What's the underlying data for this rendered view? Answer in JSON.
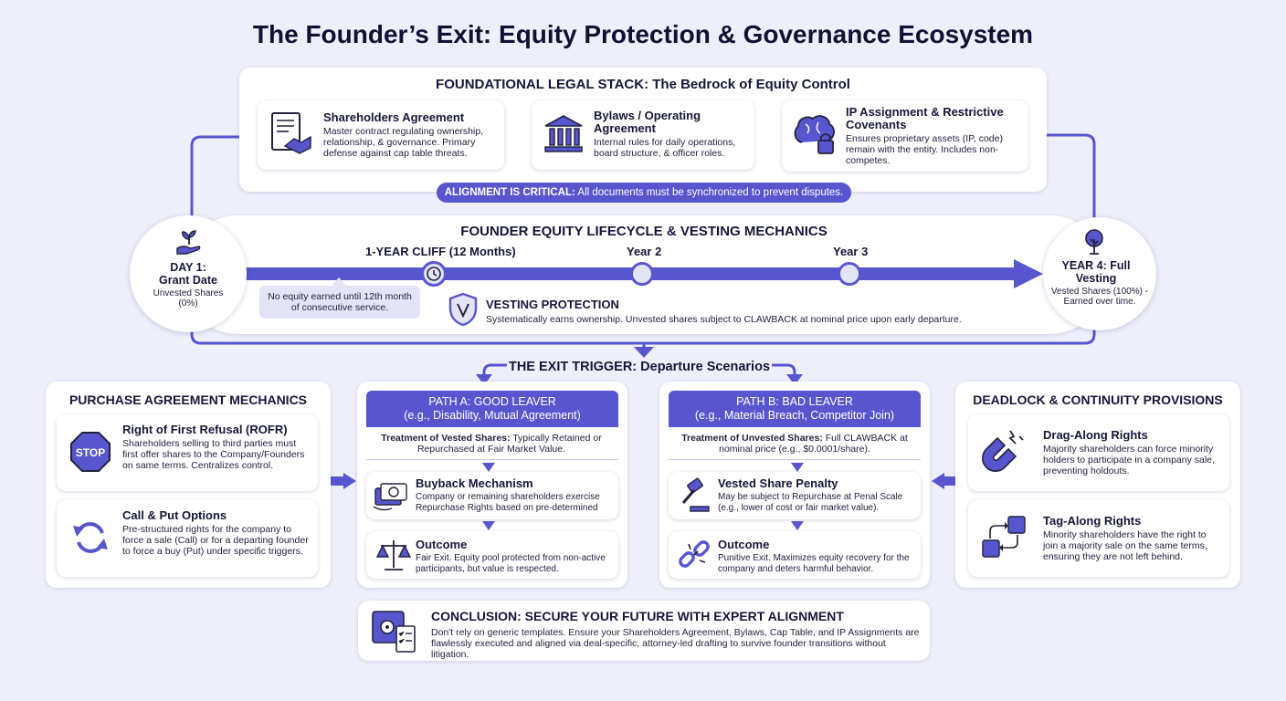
{
  "title": "The Founder’s Exit: Equity Protection & Governance Ecosystem",
  "colors": {
    "accent": "#5856cf",
    "background": "#eeeffb",
    "text": "#16163a",
    "light_accent": "#e3e4f7"
  },
  "legal_stack": {
    "title": "FOUNDATIONAL LEGAL STACK: The Bedrock of Equity Control",
    "items": [
      {
        "icon": "document-handshake-icon",
        "title": "Shareholders Agreement",
        "desc": "Master contract regulating ownership, relationship, & governance. Primary defense against cap table threats."
      },
      {
        "icon": "government-building-icon",
        "title": "Bylaws / Operating Agreement",
        "desc": "Internal rules for daily operations, board structure, & officer roles."
      },
      {
        "icon": "brain-lock-icon",
        "title": "IP Assignment & Restrictive Covenants",
        "desc": "Ensures proprietary assets (IP, code) remain with the entity. Includes non-competes."
      }
    ],
    "alignment_bold": "ALIGNMENT IS CRITICAL:",
    "alignment_text": " All documents must be synchronized to prevent disputes."
  },
  "lifecycle": {
    "title": "FOUNDER EQUITY LIFECYCLE & VESTING MECHANICS",
    "day1": {
      "icon": "seedling-hand-icon",
      "title": "DAY 1: Grant Date",
      "sub": "Unvested Shares (0%)"
    },
    "year4": {
      "icon": "tree-icon",
      "title": "YEAR 4: Full Vesting",
      "sub": "Vested Shares (100%) - Earned over time."
    },
    "milestones": [
      "1-YEAR CLIFF (12 Months)",
      "Year 2",
      "Year 3"
    ],
    "cliff_note": "No equity earned until 12th month of consecutive service.",
    "protection": {
      "icon": "shield-icon",
      "title": "VESTING PROTECTION",
      "desc": "Systematically earns ownership. Unvested shares subject to CLAWBACK at nominal price upon early departure."
    }
  },
  "exit_trigger": {
    "title": "THE EXIT TRIGGER: Departure Scenarios"
  },
  "purchase": {
    "title": "PURCHASE AGREEMENT MECHANICS",
    "items": [
      {
        "icon": "stop-sign-icon",
        "icon_text": "STOP",
        "title": "Right of First Refusal (ROFR)",
        "desc": "Shareholders selling to third parties must first offer shares to the Company/Founders on same terms. Centralizes control."
      },
      {
        "icon": "refresh-arrows-icon",
        "title": "Call & Put Options",
        "desc": "Pre-structured rights for the company to force a sale (Call) or for a departing founder to force a buy (Put) under specific triggers."
      }
    ]
  },
  "good_leaver": {
    "header": "PATH A: GOOD LEAVER",
    "header_sub": "(e.g., Disability, Mutual Agreement)",
    "treatment_bold": "Treatment of Vested Shares:",
    "treatment_text": " Typically Retained or Repurchased at Fair Market Value.",
    "items": [
      {
        "icon": "money-cycle-icon",
        "title": "Buyback Mechanism",
        "desc": "Company or remaining shareholders exercise Repurchase Rights based on pre-determined"
      },
      {
        "icon": "scales-icon",
        "title": "Outcome",
        "desc": "Fair Exit. Equity pool protected from non-active participants, but value is respected."
      }
    ]
  },
  "bad_leaver": {
    "header": "PATH B: BAD LEAVER",
    "header_sub": "(e.g., Material Breach, Competitor Join)",
    "treatment_bold": "Treatment of Unvested Shares:",
    "treatment_text": " Full CLAWBACK at nominal price (e.g., $0.0001/share).",
    "items": [
      {
        "icon": "gavel-icon",
        "title": "Vested Share Penalty",
        "desc": "May be subject to Repurchase at Penal Scale (e.g., lower of cost or fair market value)."
      },
      {
        "icon": "broken-chain-icon",
        "title": "Outcome",
        "desc": "Punitive Exit. Maximizes equity recovery for the company and deters harmful behavior."
      }
    ]
  },
  "deadlock": {
    "title": "DEADLOCK & CONTINUITY PROVISIONS",
    "items": [
      {
        "icon": "magnet-icon",
        "title": "Drag-Along Rights",
        "desc": "Majority shareholders can force minority holders to participate in a company sale, preventing holdouts."
      },
      {
        "icon": "tag-along-icon",
        "title": "Tag-Along Rights",
        "desc": "Minority shareholders have the right to join a majority sale on the same terms, ensuring they are not left behind."
      }
    ]
  },
  "conclusion": {
    "icon": "safe-checklist-icon",
    "title": "CONCLUSION: SECURE YOUR FUTURE WITH EXPERT ALIGNMENT",
    "desc": "Don't rely on generic templates. Ensure your Shareholders Agreement, Bylaws, Cap Table, and IP Assignments are flawlessly executed and aligned via deal-specific, attorney-led drafting to survive founder transitions without litigation."
  }
}
